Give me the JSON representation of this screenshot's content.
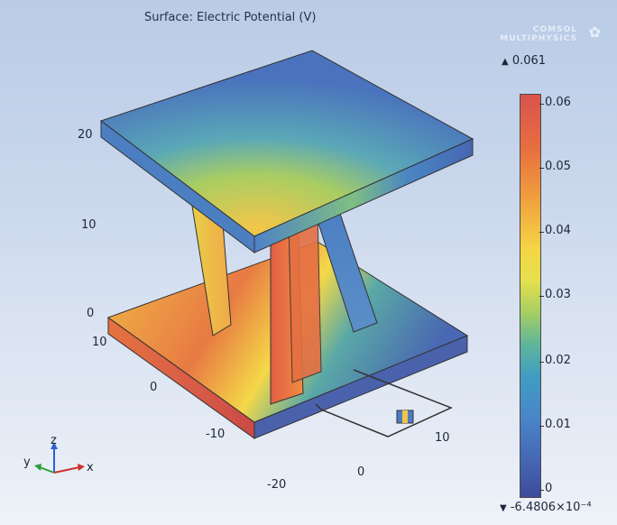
{
  "plot": {
    "title": "Surface: Electric Potential (V)",
    "brand_line1": "COMSOL",
    "brand_line2": "MULTIPHYSICS"
  },
  "colorbar": {
    "max_label": "0.061",
    "min_label": "-6.4806×10⁻⁴",
    "ticks": [
      "0.06",
      "0.05",
      "0.04",
      "0.03",
      "0.02",
      "0.01",
      "0"
    ],
    "colors": {
      "high": "#d9534d",
      "mid_high": "#f5d445",
      "mid": "#60b59a",
      "low": "#4563b2"
    }
  },
  "axes": {
    "z_ticks": [
      "20",
      "10",
      "0"
    ],
    "y_ticks": [
      "10",
      "0",
      "-10",
      "-20"
    ],
    "x_ticks": [
      "0",
      "10"
    ]
  },
  "triad": {
    "x": "x",
    "y": "y",
    "z": "z"
  }
}
